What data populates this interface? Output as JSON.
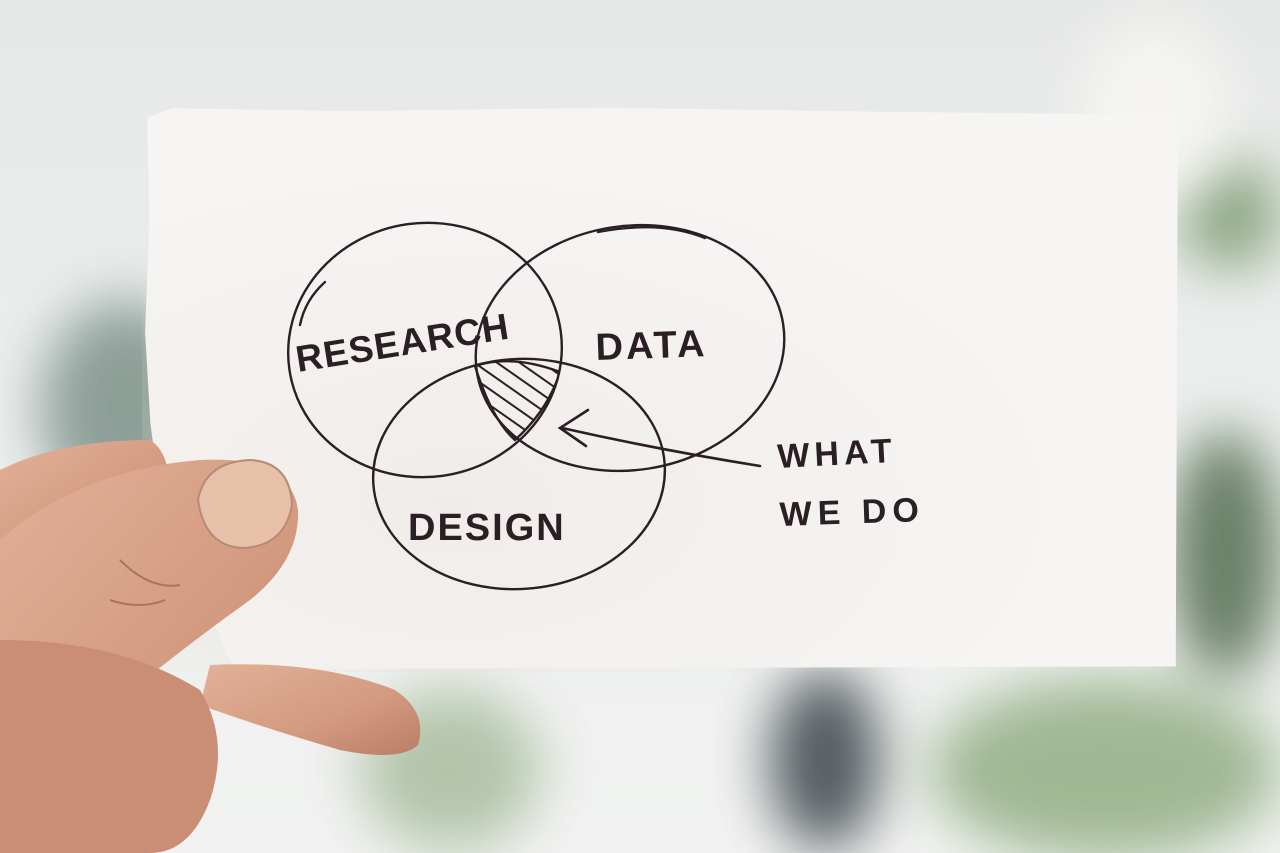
{
  "venn": {
    "circles": [
      {
        "label": "RESEARCH"
      },
      {
        "label": "DATA"
      },
      {
        "label": "DESIGN"
      }
    ],
    "annotation_line1": "WHAT",
    "annotation_line2": "WE DO"
  },
  "colors": {
    "ink": "#2a1f24",
    "paper": "#f6f5f3",
    "skin": "#d9a488",
    "foliage": "#4f7a3e"
  }
}
